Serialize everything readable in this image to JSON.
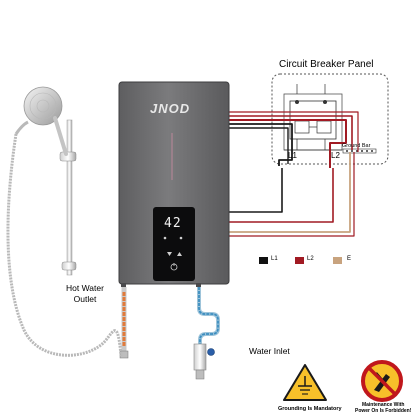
{
  "panel": {
    "title": "Circuit Breaker Panel",
    "l1": "L1",
    "l2": "L2",
    "ground_bar": "Ground Bar"
  },
  "legend": [
    "L1",
    "L2",
    "E"
  ],
  "heater": {
    "brand": "JNOD",
    "display": "42"
  },
  "labels": {
    "hot_outlet_line1": "Hot Water",
    "hot_outlet_line2": "Outlet",
    "water_inlet": "Water Inlet"
  },
  "warnings": {
    "grounding": "Grounding Is Mandatory",
    "maintenance_line1": "Maintenance With",
    "maintenance_line2": "Power On Is Forbidden!"
  },
  "colors": {
    "wire_l1": "#111111",
    "wire_l2": "#a11a23",
    "wire_earth": "#c8a37e",
    "hot_pipe": "#e07a3a",
    "cold_pipe": "#3d8ec0",
    "warning_yellow": "#f7c02a",
    "prohibition_red": "#c0171c"
  }
}
